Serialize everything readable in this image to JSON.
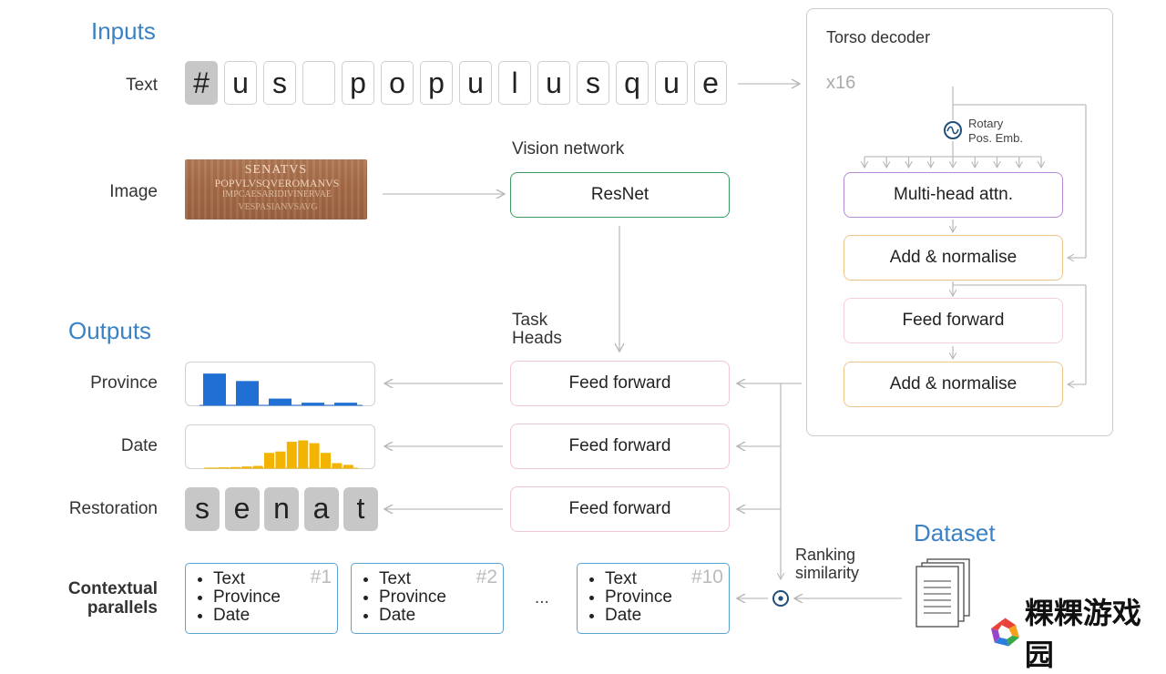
{
  "inputs": {
    "title": "Inputs",
    "text_label": "Text",
    "image_label": "Image",
    "text_tiles": [
      "#",
      "u",
      "s",
      "",
      "p",
      "o",
      "p",
      "u",
      "l",
      "u",
      "s",
      "q",
      "u",
      "e"
    ],
    "masked_index": 0,
    "inscription_lines": [
      "SENATVS",
      "POPVLVSQVEROMANVS",
      "IMPCAESARIDIVINERVAE",
      "VESPASIANVSAVG"
    ]
  },
  "vision": {
    "title": "Vision network",
    "box_label": "ResNet"
  },
  "task_heads": {
    "title": "Task\nHeads",
    "title_line1": "Task",
    "title_line2": "Heads",
    "ff_labels": [
      "Feed forward",
      "Feed forward",
      "Feed forward"
    ]
  },
  "outputs": {
    "title": "Outputs",
    "province_label": "Province",
    "date_label": "Date",
    "restoration_label": "Restoration",
    "contextual_label_line1": "Contextual",
    "contextual_label_line2": "parallels",
    "restoration_tiles": [
      "s",
      "e",
      "n",
      "a",
      "t"
    ],
    "ellipsis": "..."
  },
  "contextual_cards": [
    {
      "num": "#1",
      "items": [
        "Text",
        "Province",
        "Date"
      ]
    },
    {
      "num": "#2",
      "items": [
        "Text",
        "Province",
        "Date"
      ]
    },
    {
      "num": "#10",
      "items": [
        "Text",
        "Province",
        "Date"
      ]
    }
  ],
  "torso": {
    "title": "Torso decoder",
    "repeat": "x16",
    "rotary_line1": "Rotary",
    "rotary_line2": "Pos. Emb.",
    "blocks": [
      "Multi-head attn.",
      "Add & normalise",
      "Feed forward",
      "Add & normalise"
    ]
  },
  "ranking": {
    "line1": "Ranking",
    "line2": "similarity"
  },
  "dataset": {
    "title": "Dataset"
  },
  "watermark": {
    "text": "粿粿游戏园"
  },
  "chart_data": [
    {
      "type": "bar",
      "name": "Province",
      "categories": [
        "1",
        "2",
        "3",
        "4",
        "5"
      ],
      "values": [
        0.85,
        0.65,
        0.18,
        0.07,
        0.07
      ],
      "ylim": [
        0,
        1
      ],
      "color": "#1f6fd4"
    },
    {
      "type": "bar",
      "name": "Date",
      "categories": [
        "1",
        "2",
        "3",
        "4",
        "5",
        "6",
        "7",
        "8",
        "9",
        "10",
        "11",
        "12",
        "13"
      ],
      "values": [
        0.02,
        0.03,
        0.04,
        0.06,
        0.08,
        0.55,
        0.6,
        0.95,
        1.0,
        0.9,
        0.55,
        0.18,
        0.12
      ],
      "ylim": [
        0,
        1.05
      ],
      "color": "#f2b400"
    }
  ],
  "colors": {
    "accent_blue": "#3b82c4",
    "province_bar": "#1f6fd4",
    "date_bar": "#f2b400",
    "resnet_border": "#3a9a5e",
    "mha_border": "#b68ad8",
    "addnorm_border": "#efc58b",
    "ff_border": "#f0c6d8"
  }
}
